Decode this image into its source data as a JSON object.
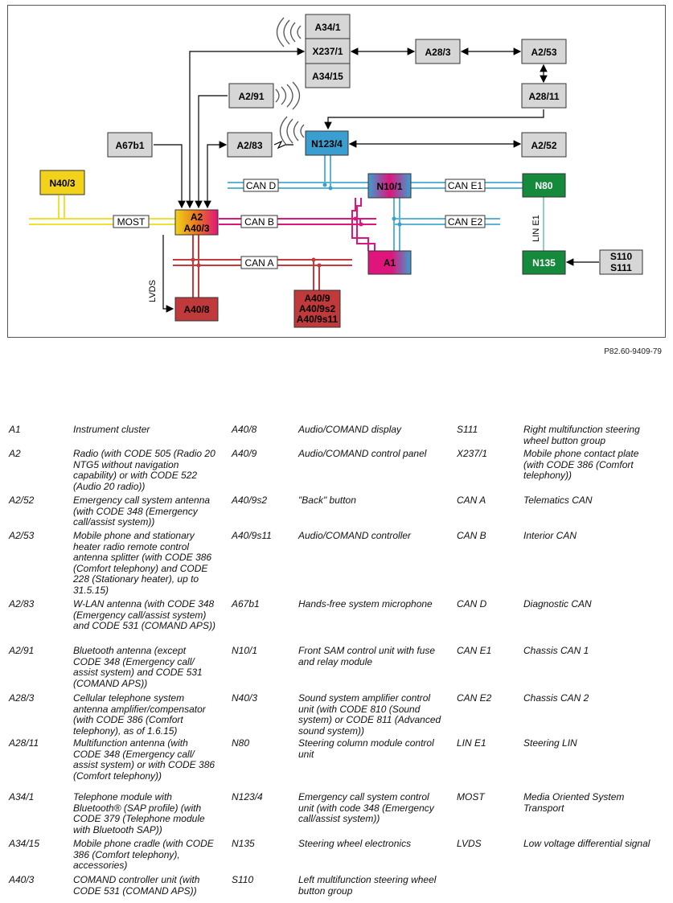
{
  "figure_id": "P82.60-9409-79",
  "components": {
    "A34_1": "A34/1",
    "X237_1": "X237/1",
    "A34_15": "A34/15",
    "A28_3": "A28/3",
    "A2_53": "A2/53",
    "A28_11": "A28/11",
    "A2_91": "A2/91",
    "A67b1": "A67b1",
    "A2_83": "A2/83",
    "N123_4": "N123/4",
    "A2_52": "A2/52",
    "N40_3": "N40/3",
    "N10_1": "N10/1",
    "N80": "N80",
    "A2": "A2",
    "A40_3": "A40/3",
    "A1": "A1",
    "N135": "N135",
    "S110": "S110",
    "S111": "S111",
    "A40_8": "A40/8",
    "A40_9": "A40/9",
    "A40_9s2": "A40/9s2",
    "A40_9s11": "A40/9s11"
  },
  "buses": {
    "can_d": "CAN D",
    "can_e1": "CAN E1",
    "can_b": "CAN B",
    "can_e2": "CAN E2",
    "can_a": "CAN A",
    "most": "MOST",
    "lvds": "LVDS",
    "lin_e1": "LIN E1"
  },
  "colors": {
    "gray_box": "#d6d6d6",
    "yellow": "#f2d21a",
    "blue": "#3a9fd0",
    "green": "#168a3c",
    "red": "#c0393b",
    "magenta": "#e0157c",
    "can_d_line": "#5ab4d6",
    "can_b_line": "#e0157c",
    "can_a_line": "#c8393b",
    "most_line": "#f0e030"
  },
  "legend": {
    "col1": [
      {
        "code": "A1",
        "desc": "Instrument cluster"
      },
      {
        "code": "A2",
        "desc": "Radio (with CODE 505 (Radio 20 NTG5 without navigation capability) or with CODE 522 (Audio 20 radio))"
      },
      {
        "code": "A2/52",
        "desc": "Emergency call system antenna (with CODE 348 (Emergency call/assist system))"
      },
      {
        "code": "A2/53",
        "desc": "Mobile phone and stationary heater radio remote control antenna splitter (with CODE 386 (Comfort telephony) and CODE 228 (Stationary heater), up to 31.5.15)"
      },
      {
        "code": "A2/83",
        "desc": "W-LAN antenna (with CODE 348 (Emergency call/assist system) and CODE 531 (COMAND APS))"
      },
      {
        "code": "A2/91",
        "desc": "Bluetooth antenna (except CODE 348 (Emergency call/ assist system) and CODE 531 (COMAND APS))"
      },
      {
        "code": "A28/3",
        "desc": "Cellular telephone system antenna amplifier/compensator (with CODE 386 (Comfort telephony), as of 1.6.15)"
      },
      {
        "code": "A28/11",
        "desc": "Multifunction antenna (with CODE 348 (Emergency call/ assist system) or with CODE 386 (Comfort telephony))"
      },
      {
        "code": "A34/1",
        "desc": "Telephone module with Bluetooth® (SAP profile) (with CODE 379 (Telephone module with Bluetooth SAP))"
      },
      {
        "code": "A34/15",
        "desc": "Mobile phone cradle (with CODE 386 (Comfort telephony), accessories)"
      },
      {
        "code": "A40/3",
        "desc": "COMAND controller unit (with CODE 531 (COMAND APS))"
      }
    ],
    "col2": [
      {
        "code": "A40/8",
        "desc": "Audio/COMAND display"
      },
      {
        "code": "A40/9",
        "desc": "Audio/COMAND control panel"
      },
      {
        "code": "A40/9s2",
        "desc": "\"Back\" button"
      },
      {
        "code": "A40/9s11",
        "desc": "Audio/COMAND controller"
      },
      {
        "code": "A67b1",
        "desc": "Hands-free system microphone"
      },
      {
        "code": "N10/1",
        "desc": "Front SAM control unit with fuse and relay module"
      },
      {
        "code": "N40/3",
        "desc": "Sound system amplifier control unit (with CODE 810 (Sound system) or CODE 811 (Advanced sound system))"
      },
      {
        "code": "N80",
        "desc": "Steering column module control unit"
      },
      {
        "code": "N123/4",
        "desc": "Emergency call system control unit (with code 348 (Emergency call/assist system))"
      },
      {
        "code": "N135",
        "desc": "Steering wheel electronics"
      },
      {
        "code": "S110",
        "desc": "Left multifunction steering wheel button group"
      }
    ],
    "col3": [
      {
        "code": "S111",
        "desc": "Right multifunction steering wheel button group"
      },
      {
        "code": "X237/1",
        "desc": "Mobile phone contact plate (with CODE 386 (Comfort telephony))"
      },
      {
        "code": "CAN A",
        "desc": "Telematics CAN"
      },
      {
        "code": "CAN B",
        "desc": "Interior CAN"
      },
      {
        "code": "CAN D",
        "desc": "Diagnostic CAN"
      },
      {
        "code": "CAN E1",
        "desc": "Chassis CAN 1"
      },
      {
        "code": "CAN E2",
        "desc": "Chassis CAN 2"
      },
      {
        "code": "LIN E1",
        "desc": "Steering LIN"
      },
      {
        "code": "MOST",
        "desc": "Media Oriented System Transport"
      },
      {
        "code": "LVDS",
        "desc": "Low voltage differential signal"
      }
    ]
  }
}
